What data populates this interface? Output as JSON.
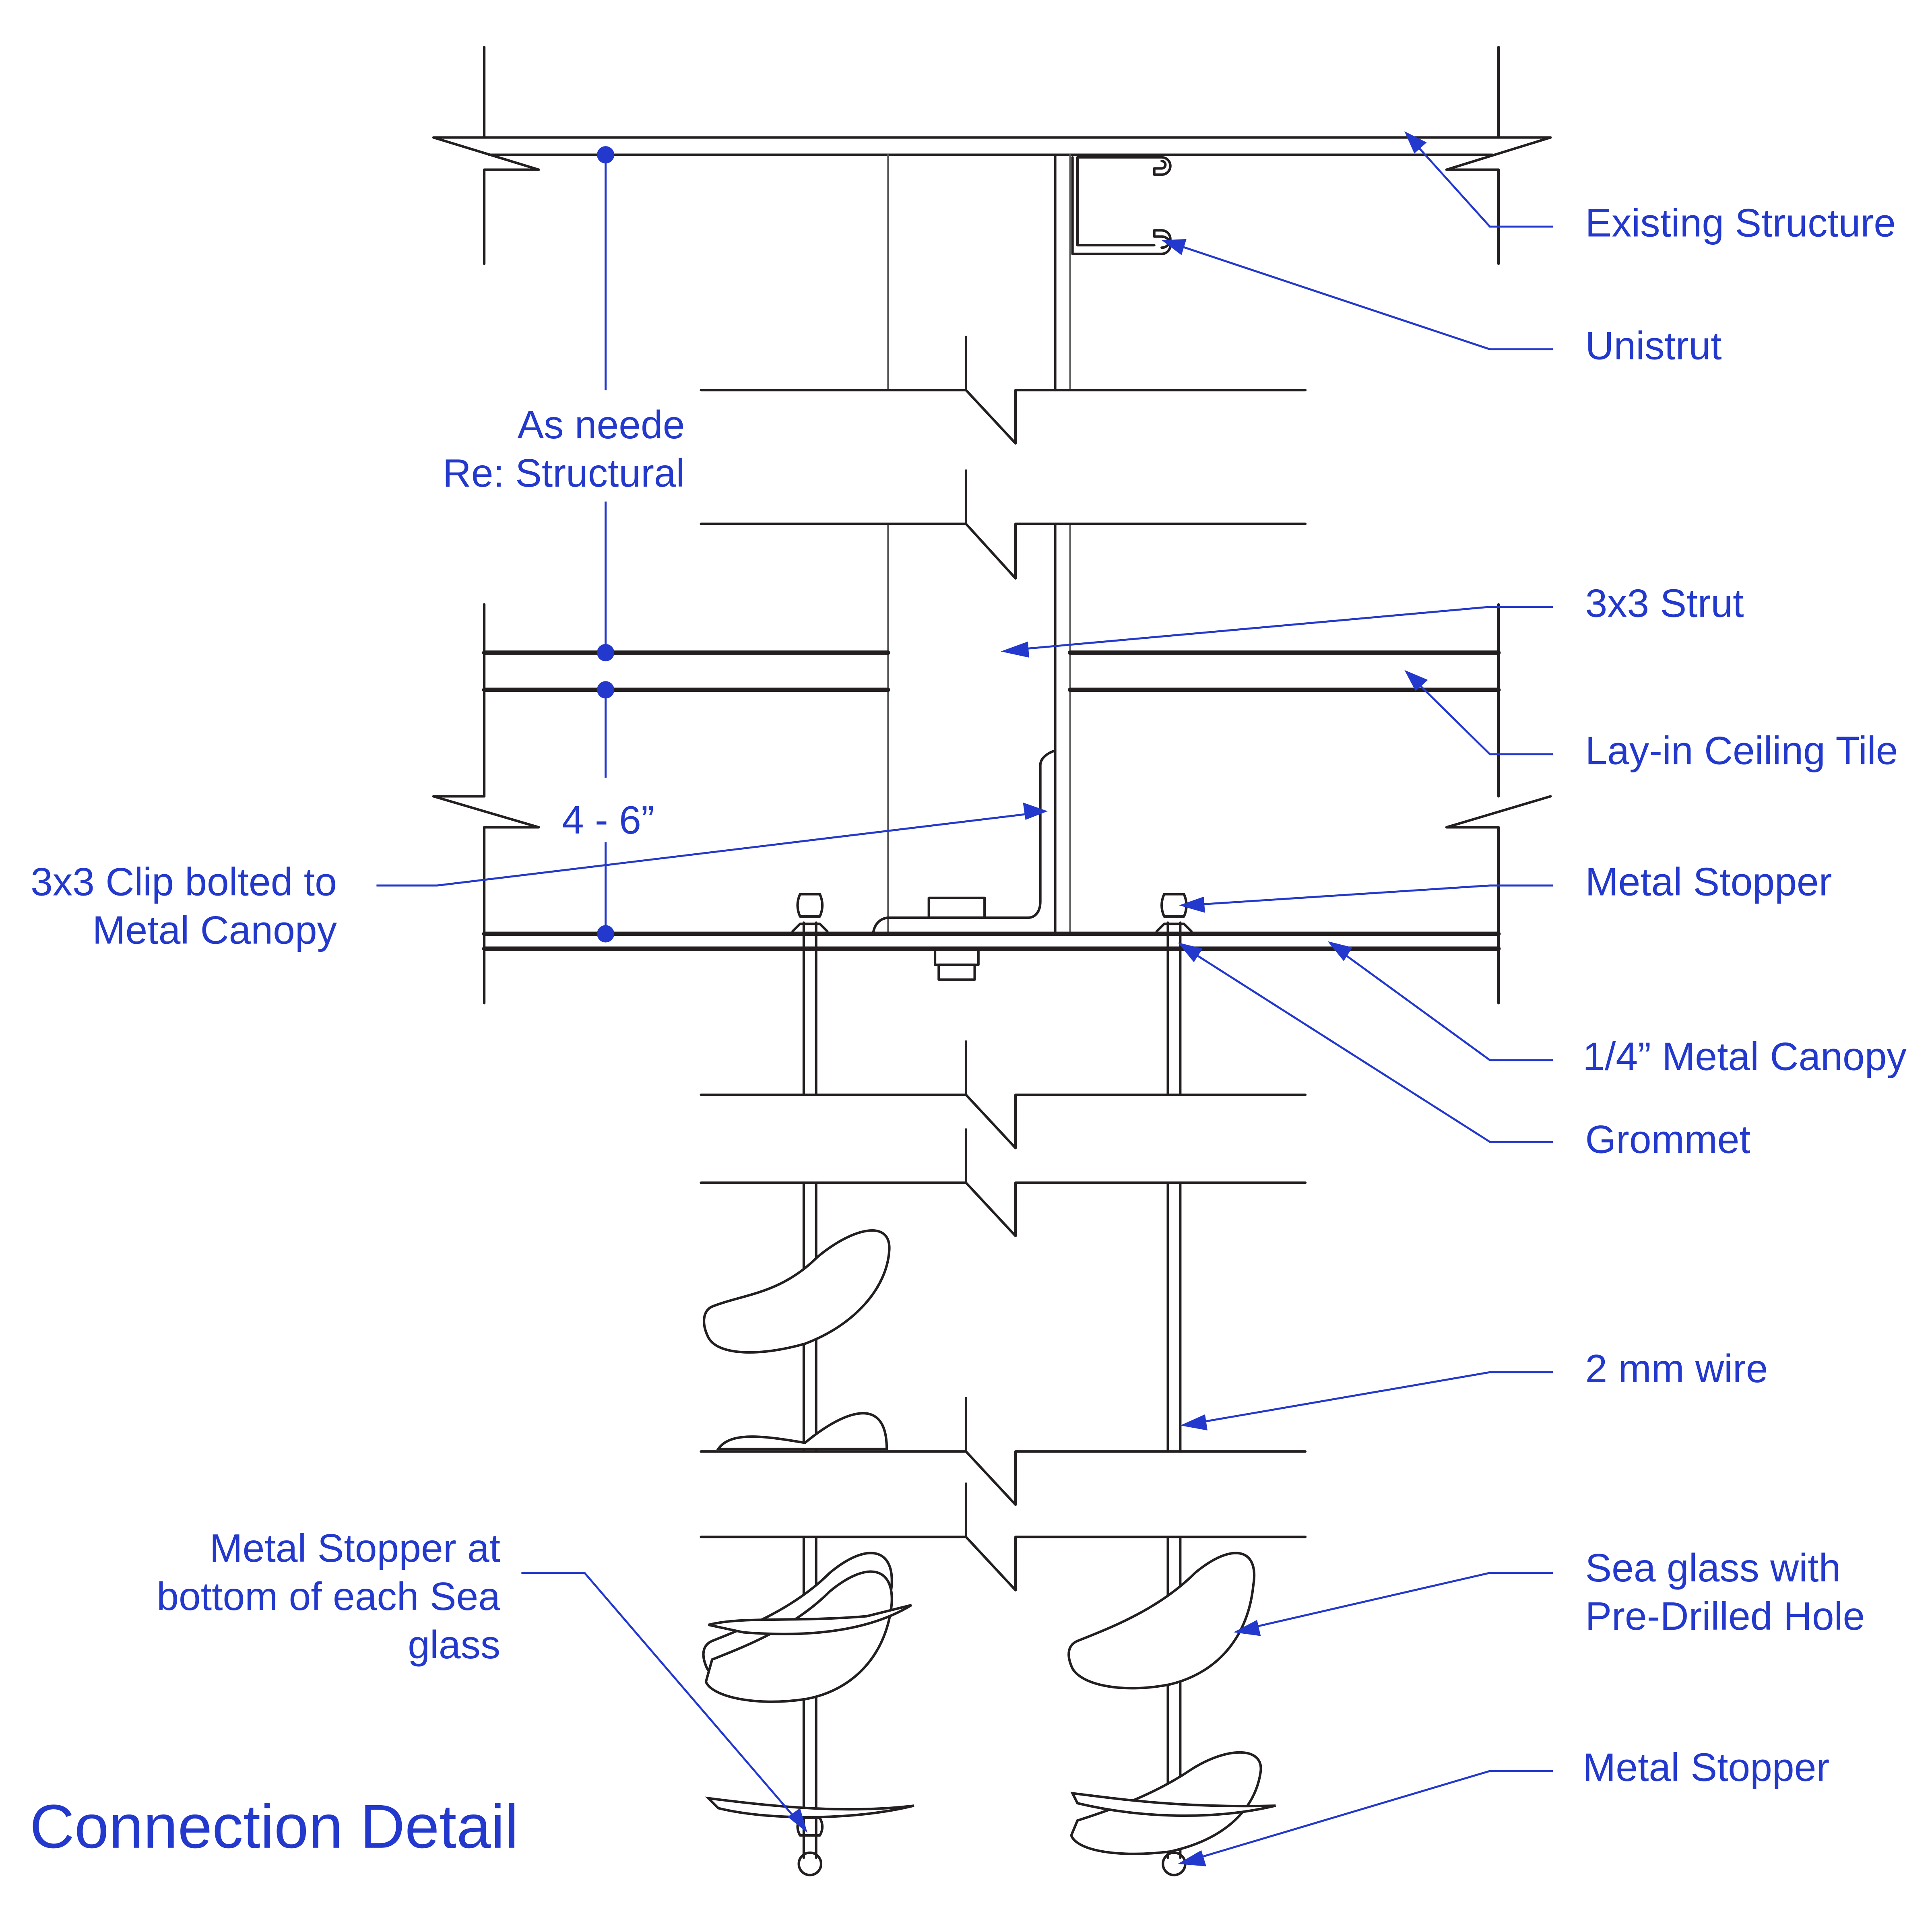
{
  "title": "Connection Detail",
  "colors": {
    "annotation": "#2338cc",
    "linework": "#231f20"
  },
  "dimensions": {
    "upper": [
      "As neede",
      "Re: Structural"
    ],
    "lower": "4 - 6”"
  },
  "labels": {
    "existing_structure": "Existing Structure",
    "unistrut": "Unistrut",
    "strut": "3x3 Strut",
    "ceiling_tile": "Lay-in Ceiling Tile",
    "metal_stopper_top": "Metal Stopper",
    "metal_canopy": "1/4” Metal Canopy",
    "grommet": "Grommet",
    "wire": "2 mm wire",
    "sea_glass": [
      "Sea glass with",
      "Pre-Drilled Hole"
    ],
    "metal_stopper_bottom": "Metal Stopper",
    "clip": [
      "3x3 Clip bolted to",
      "Metal Canopy"
    ],
    "stopper_each": [
      "Metal Stopper at",
      "bottom of each Sea",
      "glass"
    ]
  }
}
